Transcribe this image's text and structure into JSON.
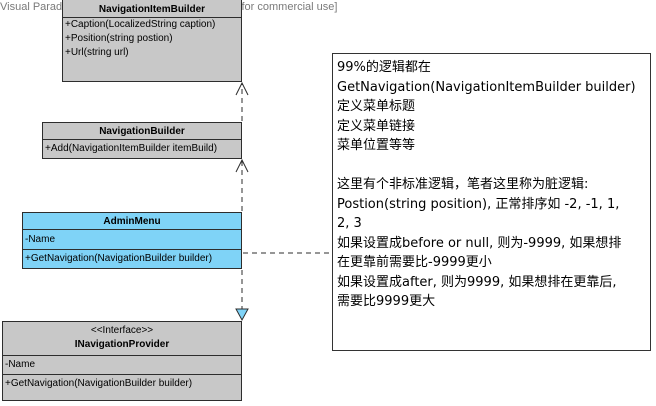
{
  "watermark": "Visual Paradigm for UML Community Edition [not for commercial use]",
  "classes": {
    "item_builder": {
      "name": "NavigationItemBuilder",
      "ops": [
        "+Caption(LocalizedString caption)",
        "+Position(string postion)",
        "+Url(string url)"
      ]
    },
    "builder": {
      "name": "NavigationBuilder",
      "ops": [
        "+Add(NavigationItemBuilder itemBuild)"
      ]
    },
    "admin_menu": {
      "name": "AdminMenu",
      "attrs": [
        "-Name"
      ],
      "ops": [
        "+GetNavigation(NavigationBuilder builder)"
      ]
    },
    "provider": {
      "stereotype": "<<Interface>>",
      "name": "INavigationProvider",
      "attrs": [
        "-Name"
      ],
      "ops": [
        "+GetNavigation(NavigationBuilder builder)"
      ]
    }
  },
  "note": {
    "lines": [
      "99%的逻辑都在",
      "GetNavigation(NavigationItemBuilder builder)",
      "定义菜单标题",
      "定义菜单链接",
      "菜单位置等等",
      "",
      "这里有个非标准逻辑，笔者这里称为脏逻辑:",
      "Postion(string position), 正常排序如 -2, -1, 1,",
      "2, 3",
      "如果设置成before or null, 则为-9999, 如果想排",
      "在更靠前需要比-9999更小",
      "如果设置成after, 则为9999, 如果想排在更靠后,",
      "需要比9999更大"
    ]
  },
  "colors": {
    "class_fill": "#c8c8c8",
    "highlight_fill": "#7fd3f7",
    "realization_arrow": "#7fd3f7",
    "line": "#2d2d2d"
  }
}
